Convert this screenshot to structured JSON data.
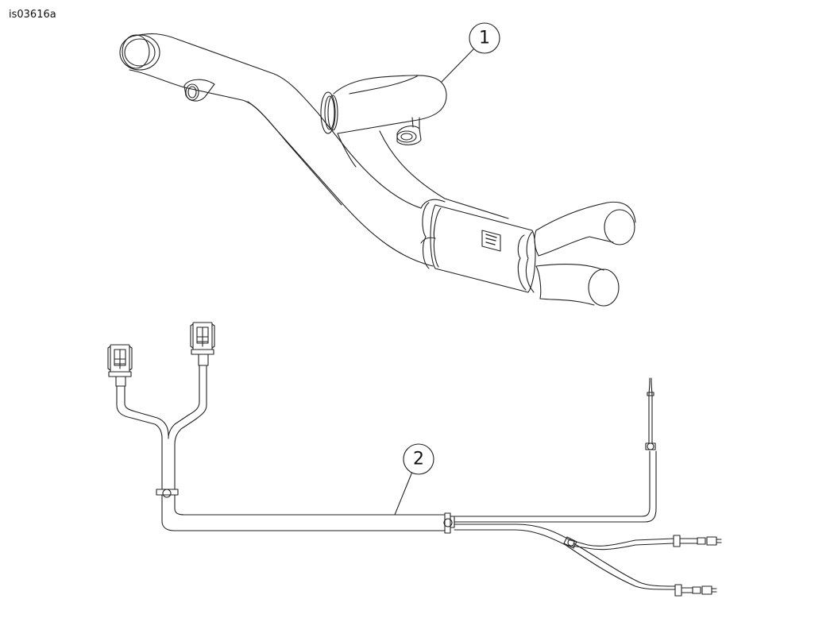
{
  "figure": {
    "id": "is03616a"
  },
  "callouts": [
    {
      "number": "1"
    },
    {
      "number": "2"
    }
  ],
  "colors": {
    "line": "#222222",
    "background": "#ffffff"
  }
}
